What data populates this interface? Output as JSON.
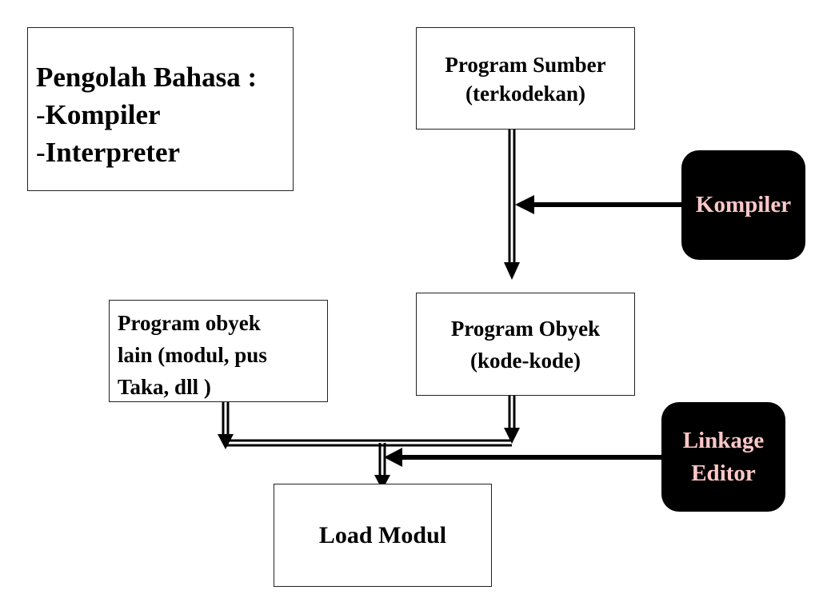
{
  "info_box": {
    "title": "Pengolah Bahasa :",
    "items": [
      {
        "dash": "-",
        "label": "Kompiler"
      },
      {
        "dash": "-",
        "label": "Interpreter"
      }
    ]
  },
  "nodes": {
    "source_program": {
      "line1": "Program Sumber",
      "line2": "(terkodekan)"
    },
    "object_program": {
      "line1": "Program Obyek",
      "line2": "(kode-kode)"
    },
    "other_objects": {
      "line1": "Program obyek",
      "line2": "lain (modul, pus",
      "line3": "Taka, dll )"
    },
    "load_module": {
      "label": "Load Modul"
    }
  },
  "processors": {
    "compiler": {
      "label": "Kompiler"
    },
    "linkage_editor": {
      "line1": "Linkage",
      "line2": "Editor"
    }
  },
  "colors": {
    "processor_bg": "#000000",
    "processor_text": "#ffc7c7",
    "arrow": "#000000"
  }
}
